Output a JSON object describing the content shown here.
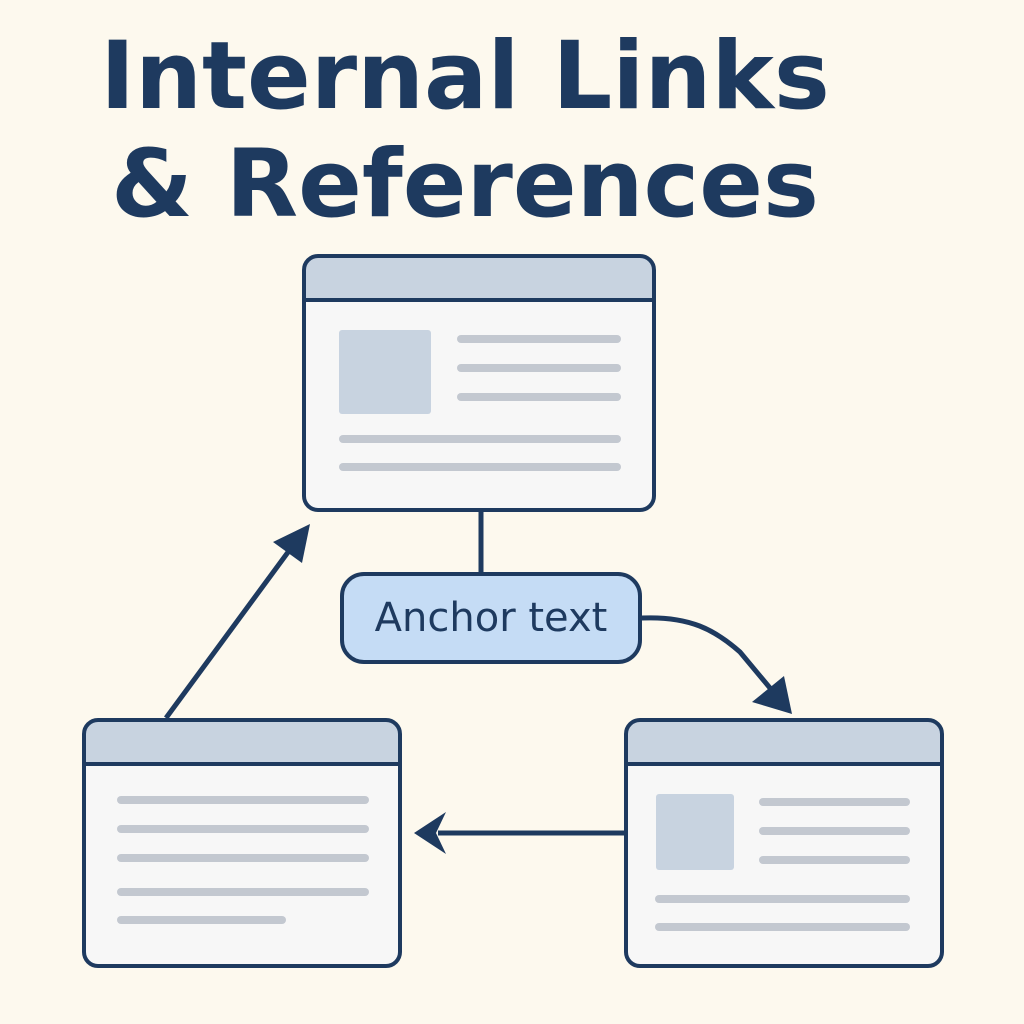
{
  "title": {
    "line1": "Internal Links",
    "line2": "& References"
  },
  "anchor": {
    "label": "Anchor text"
  },
  "colors": {
    "background": "#fdf9ee",
    "ink": "#1e3a5f",
    "window_header": "#c8d3e0",
    "window_body": "#f7f7f7",
    "placeholder_line": "#c3c8d0",
    "placeholder_image": "#c8d3e0",
    "anchor_fill": "#c5dcf5"
  },
  "diagram": {
    "nodes": [
      "page-top",
      "page-left",
      "page-right"
    ],
    "links": [
      {
        "from": "page-top",
        "to": "anchor-text",
        "type": "connector"
      },
      {
        "from": "anchor-text",
        "to": "page-right",
        "type": "arrow"
      },
      {
        "from": "page-right",
        "to": "page-left",
        "type": "arrow"
      },
      {
        "from": "page-left",
        "to": "page-top",
        "type": "arrow"
      }
    ]
  }
}
